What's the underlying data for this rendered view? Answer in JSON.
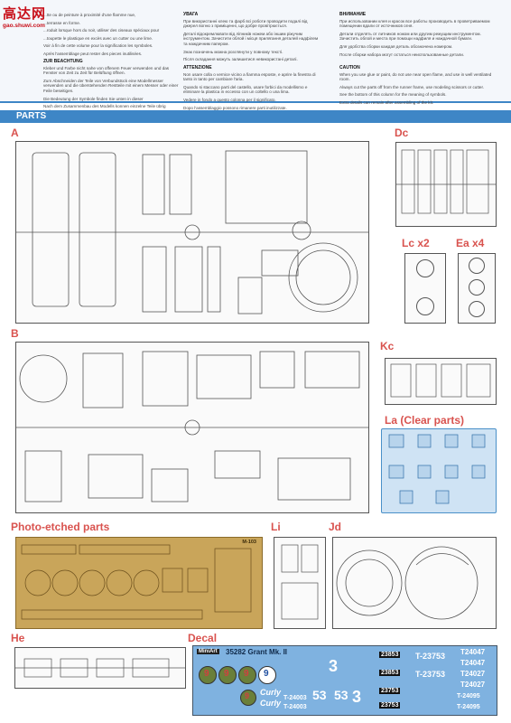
{
  "watermark": {
    "main": "高达网",
    "sub": "gao.shuwi.com"
  },
  "instructions": [
    {
      "title": "",
      "lines": [
        "...tte ou de peinture à proximité d'une flamme nue,",
        "...terrasse en forme.",
        "...roduit lorsque hors du noir, utiliser des ciseaux spéciaux pour",
        "...toupette le plastique en excès avec un cutter ou une lime.",
        "Voir à fin de cette volume pour la signification les symboles.",
        "Après l'assemblage peut rester des pieces inutilisées."
      ]
    },
    {
      "title": "УВАГА",
      "lines": [
        "При використанні клею та фарб всі роботи проводити подалі від джерел вогню з приміщенні, що добре провітрюється.",
        "Деталі відокремлювати від ліпників ножем або іншим ріжучим інструментом. Зачистити облой і місця прилягання деталей надфілем та наждачним папером.",
        "Знак позначень можна розглянути у повному тексті.",
        "Після складання можуть залишитися невикористані деталі."
      ]
    },
    {
      "title": "ВНИМАНИЕ",
      "lines": [
        "При использовании клея и красок все работы производить в проветриваемом помещении вдали от источников огня.",
        "Детали отделять от литников ножом или другим режущим инструментом. Зачистить облой и места при помощи надфиля и наждачной бумаги.",
        "Для удобства сборки каждая деталь обозначена номером.",
        "После сборки набора могут остаться неиспользованные детали."
      ]
    },
    {
      "title": "ZUR BEACHTUNG",
      "lines": [
        "Kleber und Farbe nicht nahe von offenem Feuer verwenden und das Fenster von Zeit zu Zeit für Belüftung öffnen.",
        "Zum Abschneiden der Teile von Verbundstück eine Modellmesser verwenden und die überstehenden Restteile mit einem Messer oder einer Feile beseitigen.",
        "Die Bedeutung der Symbole finden Sie unten in dieser",
        "Nach dem Zusammenbau des Modells konnen einzelne Teile übrig bleiben."
      ]
    },
    {
      "title": "ATTENZIONE",
      "lines": [
        "Non usare colla o vernice vicino a fiamma esposte, e aprire la finestra di tanto in tanto per cambiare l'aria.",
        "Quando si staccano parti del castello, usare forbici da modellismo e eliminare la plastica in eccesso con un coltello o una lima.",
        "Vedere in fondo a questo colonna per il significato.",
        "Dopo l'assemblaggio possono rimanere parti inutilizzate."
      ]
    },
    {
      "title": "CAUTION",
      "lines": [
        "When you use glue or paint, do not use near open flame, and use in well ventilated room.",
        "Always cut the parts off from the runner frame, use modeling scissors or cutter.",
        "See the bottom of this column for the meaning of symbols.",
        "Extra details can remain after assembling of the kit."
      ]
    }
  ],
  "parts_header": "PARTS",
  "sections": {
    "A": "A",
    "Dc": "Dc",
    "Lc": "Lc x2",
    "Ea": "Ea x4",
    "B": "B",
    "Kc": "Kc",
    "La": "La (Clear parts)",
    "PE": "Photo-etched parts",
    "Li": "Li",
    "Jd": "Jd",
    "He": "He",
    "Decal": "Decal"
  },
  "pe_code": "M-103",
  "decal": {
    "brand": "MiniArt",
    "kit": "35282 Grant Mk. II",
    "serials_left": [
      "T-24003",
      "T-24003"
    ],
    "plates": [
      "23853",
      "23853",
      "23753",
      "23753"
    ],
    "serials_right": [
      "T-23753",
      "T-23753"
    ],
    "right_col": [
      "T24047",
      "T24047",
      "T24027",
      "T24027",
      "T-24095",
      "T-24095"
    ],
    "big_53": [
      "53",
      "53"
    ],
    "curly": [
      "Curly",
      "Curly"
    ],
    "roundel_num": "9",
    "numbers": [
      "3",
      "3"
    ]
  },
  "colors": {
    "accent": "#3e86c6",
    "label": "#d9534f",
    "pe": "#c9a55a",
    "decal_bg": "#7fb2e0",
    "clear": "#cfe3f4"
  }
}
